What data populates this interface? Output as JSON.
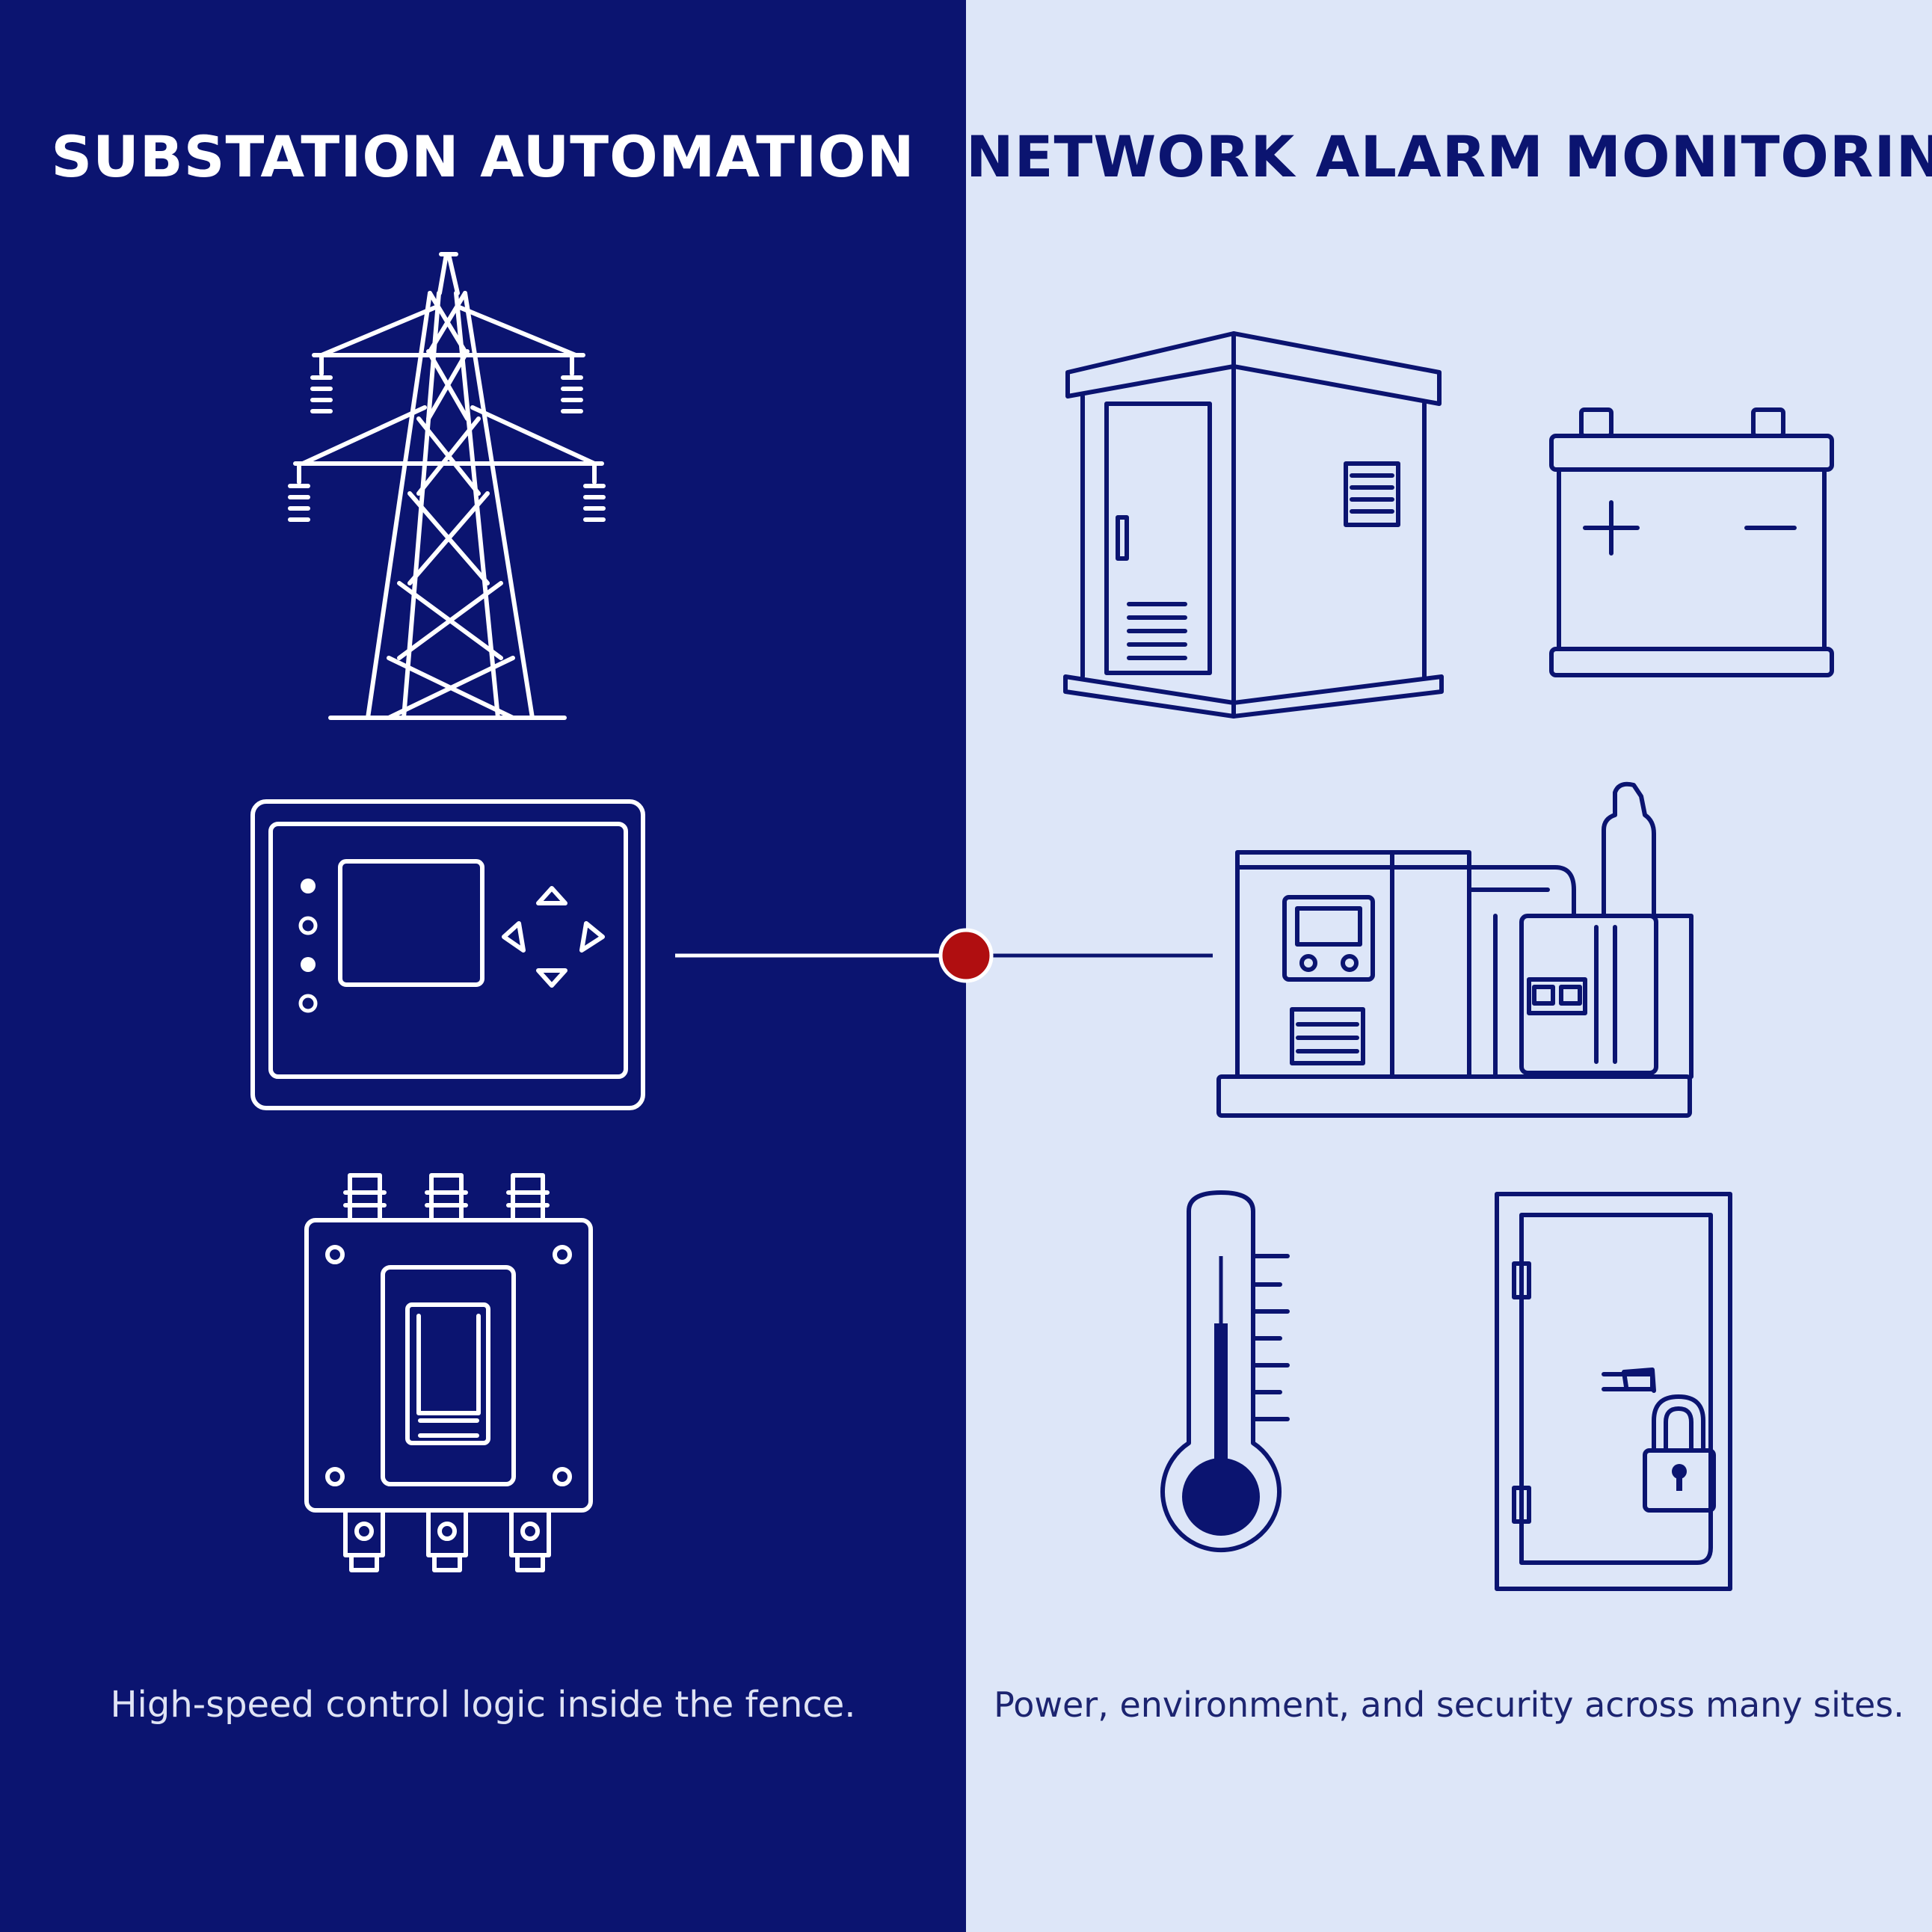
{
  "left": {
    "title": "SUBSTATION AUTOMATION",
    "caption": "High-speed control logic inside the fence.",
    "icons": [
      "transmission-tower-icon",
      "controller-panel-icon",
      "circuit-breaker-icon"
    ]
  },
  "right": {
    "title": "NETWORK ALARM MONITORING",
    "caption": "Power, environment, and security across many sites.",
    "icons": [
      "equipment-shelter-icon",
      "battery-icon",
      "generator-icon",
      "thermometer-icon",
      "locked-door-icon"
    ]
  },
  "colors": {
    "left_background": "#0b1470",
    "right_background": "#dde6f8",
    "left_ink": "#ffffff",
    "right_ink": "#0b1470",
    "connector_dot": "#b00e10"
  }
}
